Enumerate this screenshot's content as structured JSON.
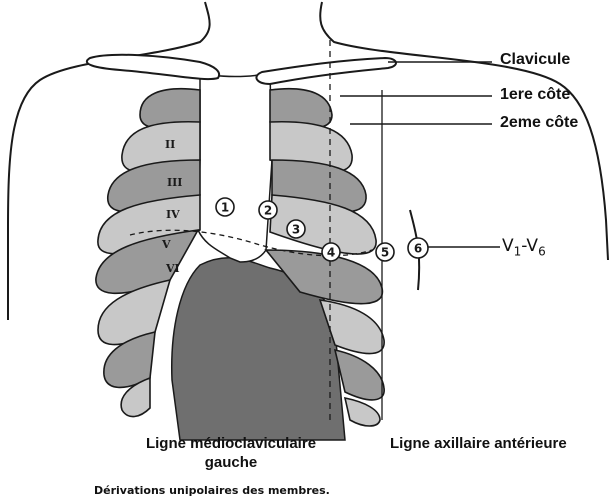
{
  "labels": {
    "clavicule": "Clavicule",
    "premiere_cote": "1ere côte",
    "deuxieme_cote": "2eme côte",
    "v_range_main": "V",
    "v_range_sub1": "1",
    "v_range_dash": "-V",
    "v_range_sub2": "6",
    "ligne_medio_1": "Ligne médioclaviculaire",
    "ligne_medio_2": "gauche",
    "ligne_axillaire": "Ligne axillaire antérieure",
    "caption": "Dérivations unipolaires des membres."
  },
  "leads": [
    {
      "number": "1"
    },
    {
      "number": "2"
    },
    {
      "number": "3"
    },
    {
      "number": "4"
    },
    {
      "number": "5"
    },
    {
      "number": "6"
    }
  ],
  "rib_numerals": [
    "II",
    "III",
    "IV",
    "V",
    "VI"
  ],
  "colors": {
    "line": "#1a1a1a",
    "shade_dark": "#6f6f6f",
    "shade_mid": "#9a9a9a",
    "shade_light": "#c8c8c8",
    "paper": "#ffffff"
  }
}
